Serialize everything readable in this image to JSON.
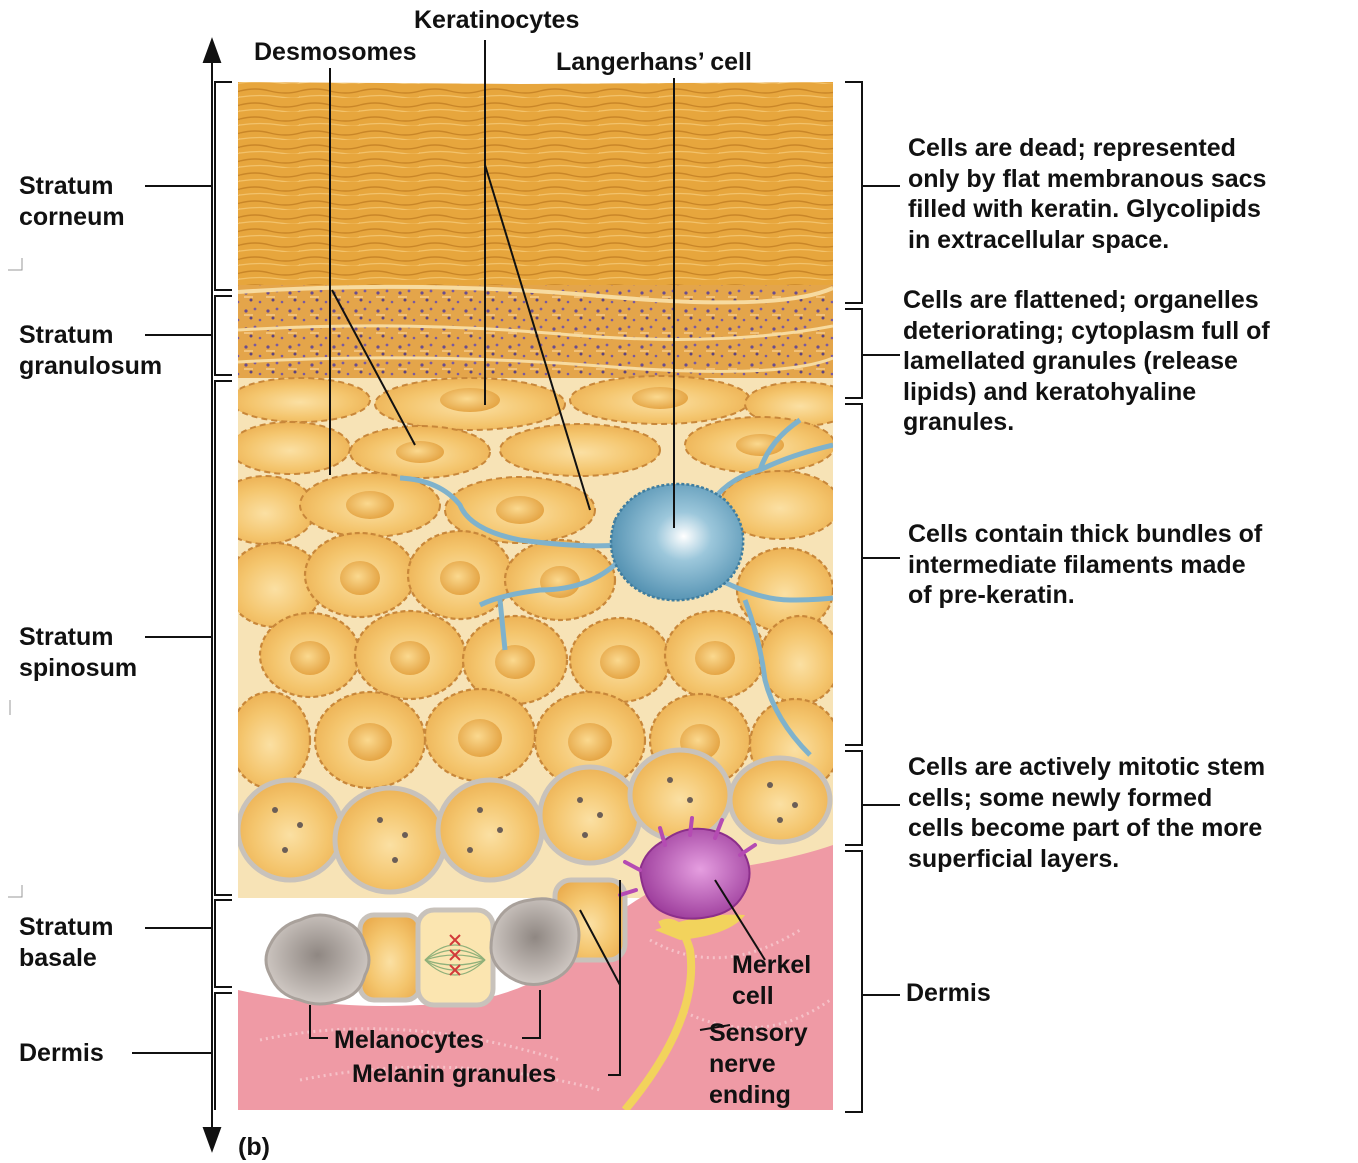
{
  "top_labels": {
    "keratinocytes": "Keratinocytes",
    "desmosomes": "Desmosomes",
    "langerhans": "Langerhans’ cell"
  },
  "left_layers": {
    "corneum": "Stratum\ncorneum",
    "granulosum": "Stratum\ngranulosum",
    "spinosum": "Stratum\nspinosum",
    "basale": "Stratum\nbasale",
    "dermis": "Dermis"
  },
  "descriptions": {
    "corneum": "Cells are dead; represented\nonly by flat membranous sacs\nfilled with keratin. Glycolipids\nin extracellular space.",
    "granulosum": "Cells are flattened; organelles\ndeteriorating; cytoplasm full of\nlamellated granules (release\nlipids) and keratohyaline\ngranules.",
    "spinosum": "Cells contain thick bundles of\nintermediate filaments made\nof pre-keratin.",
    "basale": "Cells are actively mitotic stem\ncells; some newly formed\ncells become part of the more\nsuperficial layers.",
    "dermis": "Dermis"
  },
  "bottom_labels": {
    "melanocytes": "Melanocytes",
    "melanin_granules": "Melanin granules",
    "merkel": "Merkel\ncell",
    "sensory": "Sensory\nnerve\nending"
  },
  "panel": "(b)",
  "colors": {
    "corneum": "#e6a63c",
    "granulosum": "#e8a94a",
    "cell_fill": "#f4c065",
    "cell_border": "#c8873a",
    "langerhans": "#7fb2cc",
    "merkel": "#b54bb3",
    "dermis": "#ef9aa5",
    "melanocyte": "#b9b2ad",
    "nerve": "#f2d35c"
  }
}
